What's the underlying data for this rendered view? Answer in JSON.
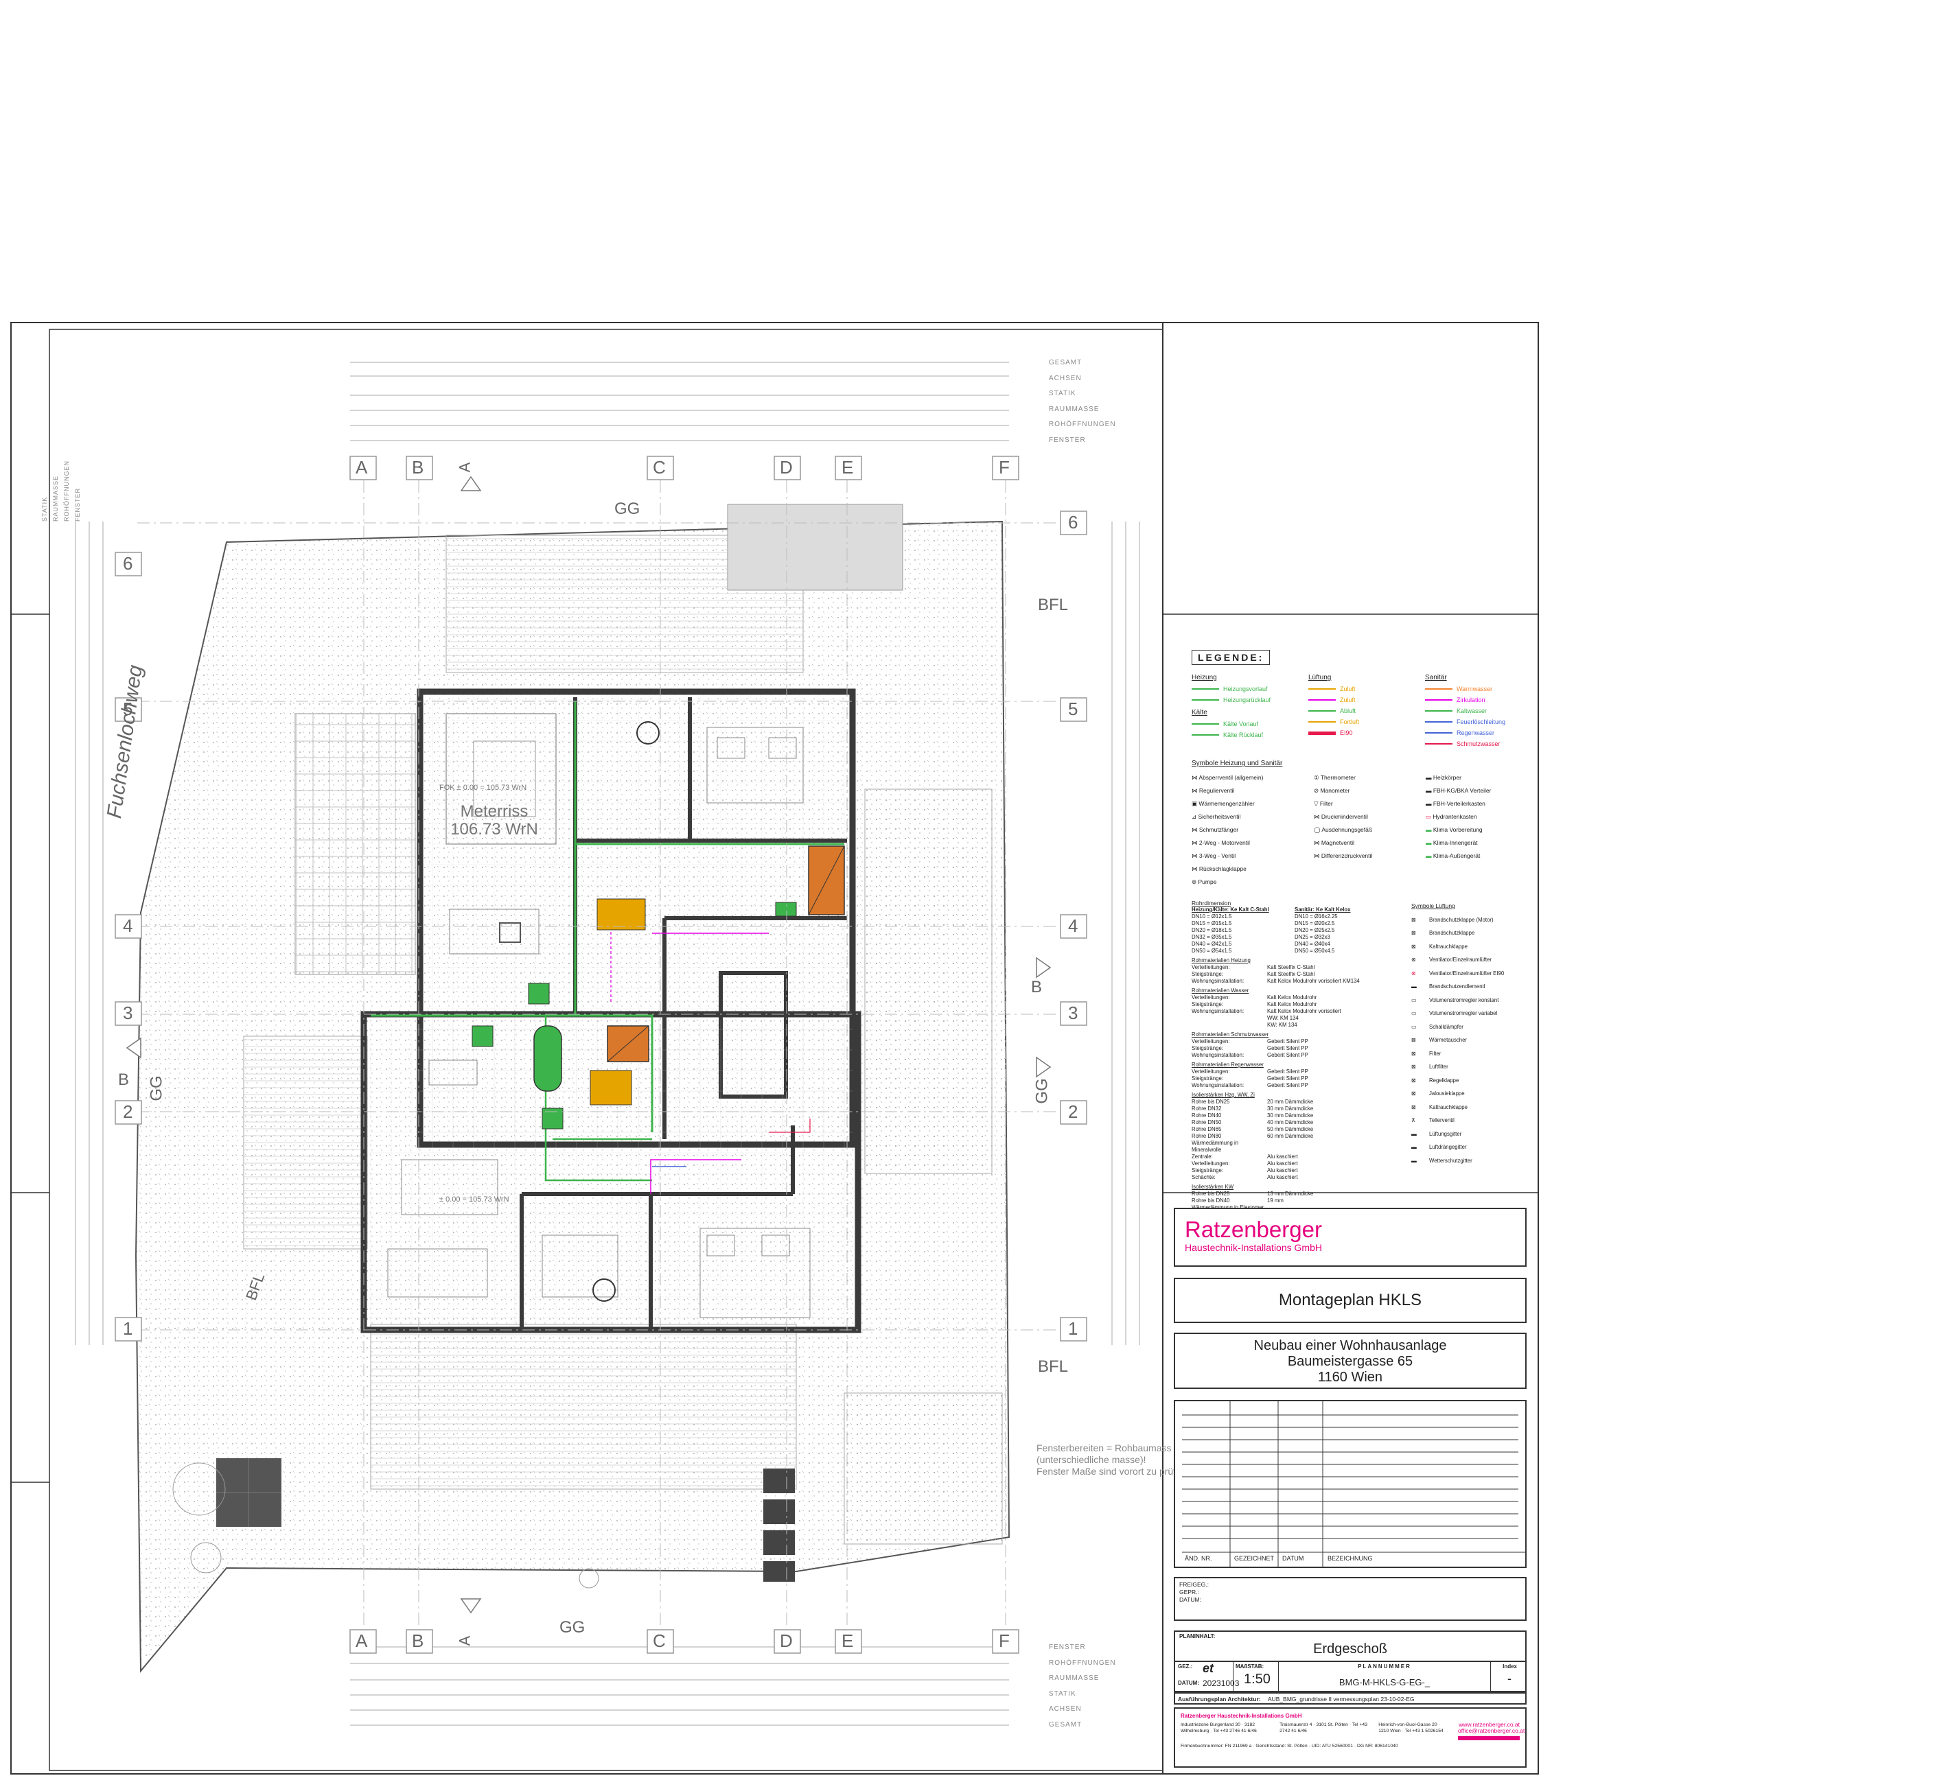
{
  "plan": {
    "grid_columns": [
      "A",
      "B",
      "C",
      "D",
      "E",
      "F"
    ],
    "grid_rows": [
      "6",
      "5",
      "4",
      "3",
      "2",
      "1"
    ],
    "dimension_rows_top": [
      "GESAMT",
      "ACHSEN",
      "STATIK",
      "RAUMMASSE",
      "ROHÖFFNUNGEN",
      "FENSTER"
    ],
    "dimension_rows_bottom": [
      "FENSTER",
      "ROHÖFFNUNGEN",
      "RAUMMASSE",
      "STATIK",
      "ACHSEN",
      "GESAMT"
    ],
    "dimension_rows_left": [
      "STATIK",
      "RAUMMASSE",
      "ROHÖFFNUNGEN",
      "FENSTER"
    ],
    "street_name": "Fuchsenlochweg",
    "markers": {
      "gg_top": "GG",
      "gg_left": "GG",
      "gg_right": "GG",
      "gg_bottom": "GG",
      "bfl_top": "BFL",
      "bfl_right": "BFL",
      "bfl_left": "BFL",
      "section_a": "A",
      "section_b": "B"
    },
    "meterriss_line1": "Meterriss",
    "meterriss_line2": "106.73 WrN",
    "fok_label": "FOK ± 0.00 = 105.73 WrN",
    "fok_label2": "± 0.00 = 105.73 WrN",
    "window_note_1": "Fensterbereiten = Rohbaumass",
    "window_note_2": "(unterschiedliche masse)!",
    "window_note_3": "Fenster Maße sind vorort zu prüf"
  },
  "legend": {
    "title": "LEGENDE:",
    "groups": [
      {
        "header": "Heizung",
        "items": [
          {
            "label": "Heizungsvorlauf",
            "color": "#3cb44b"
          },
          {
            "label": "Heizungsrücklauf",
            "color": "#3cb44b"
          }
        ]
      },
      {
        "header": "Kälte",
        "items": [
          {
            "label": "Kälte Vorlauf",
            "color": "#3cb44b"
          },
          {
            "label": "Kälte Rücklauf",
            "color": "#3cb44b"
          }
        ]
      },
      {
        "header": "Lüftung",
        "items": [
          {
            "label": "Zuluft",
            "color": "#e6a400"
          },
          {
            "label": "Zuluft",
            "color": "#e6a400"
          },
          {
            "label": "Abluft",
            "color": "#3cb44b"
          },
          {
            "label": "Fortluft",
            "color": "#e6a400"
          },
          {
            "label": "EI90",
            "color": "#e6194b"
          }
        ]
      },
      {
        "header": "Sanitär",
        "items": [
          {
            "label": "Warmwasser",
            "color": "#f58231"
          },
          {
            "label": "Zirkulation",
            "color": "#e600e6"
          },
          {
            "label": "Kaltwasser",
            "color": "#3cb44b"
          },
          {
            "label": "Feuerlöschleitung",
            "color": "#4363d8"
          },
          {
            "label": "Regenwasser",
            "color": "#4363d8"
          },
          {
            "label": "Schmutzwasser",
            "color": "#e6194b"
          }
        ]
      }
    ],
    "symbols_header": "Symbole Heizung und Sanitär",
    "symbols_col1": [
      "Absperrventil (allgemein)",
      "Regulierventil",
      "Wärmemengenzähler",
      "Sicherheitsventil",
      "Schmutzfänger",
      "2-Weg - Motorventil",
      "3-Weg - Ventil",
      "Rückschlagklappe",
      "Pumpe"
    ],
    "symbols_col2": [
      "Thermometer",
      "Manometer",
      "Filter",
      "Druckminderventil",
      "Ausdehnungsgefäß",
      "Magnetventil",
      "Differenzdruckventil"
    ],
    "symbols_col3": [
      "Heizkörper",
      "FBH-KG/BKA Verteiler",
      "FBH-Verteilerkasten",
      "Hydrantenkasten",
      "Klima Vorbereitung",
      "Klima-Innengerät",
      "Klima-Außengerät"
    ],
    "rohr_header": "Rohrdimension",
    "rohr_left_header": "Heizung/Kälte: Ke Kalt C-Stahl",
    "rohr_right_header": "Sanitär: Ke Kalt Kelox",
    "rohr_left": [
      "DN10 = Ø12x1.5",
      "DN15 = Ø15x1.5",
      "DN20 = Ø18x1.5",
      "DN32 = Ø35x1.5",
      "DN40 = Ø42x1.5",
      "DN50 = Ø54x1.5"
    ],
    "rohr_right": [
      "DN10 = Ø16x2.25",
      "DN15 = Ø20x2.5",
      "DN20 = Ø25x2.5",
      "DN25 = Ø32x3",
      "DN40 = Ø40x4",
      "DN50 = Ø50x4.5"
    ],
    "material_sections": [
      {
        "header": "Rohrmaterialien Heizung",
        "rows": [
          [
            "Verteilleitungen:",
            "Kalt Steelfix C-Stahl"
          ],
          [
            "Steigstränge:",
            "Kalt Steelfix C-Stahl"
          ],
          [
            "Wohnungsinstallation:",
            "Kalt Kelox Modulrohr vorisoliert KM134"
          ]
        ]
      },
      {
        "header": "Rohrmaterialien Wasser",
        "rows": [
          [
            "Verteilleitungen:",
            "Kalt Kelox Modulrohr"
          ],
          [
            "Steigstränge:",
            "Kalt Kelox Modulrohr"
          ],
          [
            "Wohnungsinstallation:",
            "Kalt Kelox Modulrohr vorisoliert"
          ],
          [
            "",
            "WW: KM 134"
          ],
          [
            "",
            "KW: KM 134"
          ]
        ]
      },
      {
        "header": "Rohrmaterialien Schmutzwasser",
        "rows": [
          [
            "Verteilleitungen:",
            "Geberit Silent PP"
          ],
          [
            "Steigstränge:",
            "Geberit Silent PP"
          ],
          [
            "Wohnungsinstallation:",
            "Geberit Silent PP"
          ]
        ]
      },
      {
        "header": "Rohrmaterialien Regenwasser",
        "rows": [
          [
            "Verteilleitungen:",
            "Geberit Silent PP"
          ],
          [
            "Steigstränge:",
            "Geberit Silent PP"
          ],
          [
            "Wohnungsinstallation:",
            "Geberit Silent PP"
          ]
        ]
      },
      {
        "header": "Isolierstärken Hzg, WW, Zi",
        "rows": [
          [
            "Rohre bis DN25",
            "20 mm Dämmdicke"
          ],
          [
            "Rohre DN32",
            "30 mm Dämmdicke"
          ],
          [
            "Rohre DN40",
            "30 mm Dämmdicke"
          ],
          [
            "Rohre DN50",
            "40 mm Dämmdicke"
          ],
          [
            "Rohre DN65",
            "50 mm Dämmdicke"
          ],
          [
            "Rohre DN80",
            "60 mm Dämmdicke"
          ],
          [
            "Wärmedämmung in Mineralwolle",
            ""
          ],
          [
            "Zentrale:",
            "Alu kaschiert"
          ],
          [
            "Verteilleitungen:",
            "Alu kaschiert"
          ],
          [
            "Steigstränge:",
            "Alu kaschiert"
          ],
          [
            "Schächte:",
            "Alu kaschiert"
          ]
        ]
      },
      {
        "header": "Isolierstärken KW",
        "rows": [
          [
            "Rohre bis DN25",
            "13 mm Dämmdicke"
          ],
          [
            "Rohre bis DN40",
            "19 mm"
          ],
          [
            "Wärmedämmung in Elastomer",
            ""
          ]
        ]
      }
    ],
    "lueftung_header": "Symbole Lüftung",
    "lueftung": [
      "Brandschutzklappe (Motor)",
      "Brandschutzklappe",
      "Kaltrauchklappe",
      "Ventilator/Einzelraumlüfter",
      "Ventilator/Einzelraumlüfter EI90",
      "Brandschutzendlementl",
      "Volumenstromregler konstant",
      "Volumenstromregler variabel",
      "Schalldämpfer",
      "Wärmetauscher",
      "Filter",
      "Luftfilter",
      "Regelklappe",
      "Jalousieklappe",
      "Kaltrauchklappe",
      "Tellerventil",
      "Lüftungsgitter",
      "Luftdrängegitter",
      "Wetterschutzgitter"
    ]
  },
  "titleblock": {
    "company": "Ratzenberger",
    "company_sub": "Haustechnik-Installations GmbH",
    "plan_type": "Montageplan HKLS",
    "project_1": "Neubau einer Wohnhausanlage",
    "project_2": "Baumeistergasse 65",
    "project_3": "1160 Wien",
    "rev_headers": [
      "ÄND. NR.",
      "GEZEICHNET",
      "DATUM",
      "BEZEICHNUNG"
    ],
    "freigabe_1": "FREIGEG.:",
    "freigabe_2": "GEPR.:",
    "freigabe_3": "DATUM:",
    "planinhalt_label": "PLANINHALT:",
    "planinhalt": "Erdgeschoß",
    "gez_label": "GEZ.:",
    "gez_value": "et",
    "datum_label": "DATUM:",
    "datum_value": "20231003",
    "massstab_label": "MAßSTAB:",
    "massstab_value": "1:50",
    "plannummer_label": "PLANNUMMER",
    "plannummer_value": "BMG-M-HKLS-G-EG-_",
    "index_label": "Index",
    "index_value": "-",
    "ausf_label": "Ausführungsplan Architektur:",
    "ausf_value": "AUB_BMG_grundrisse II vermessungsplan 23-10-02-EG",
    "footer_company": "Ratzenberger Haustechnik-Installations GmbH",
    "footer_addr1": "Industriezone Burgenland 30 · 3182 Wilhelmsburg · Tel +43 2746 41 6/46",
    "footer_addr2": "Traismauerstr 4 · 3101 St. Pölten · Tel +43 2742 41 6/46",
    "footer_addr3": "Heinrich-von-Buol-Gasse 20 · 1210 Wien · Tel +43 1 5026154",
    "footer_web": "www.ratzenberger.co.at",
    "footer_mail": "office@ratzenberger.co.at",
    "footer_legal": "Firmenbuchnummer: FN 211969 a · Gerichtsstand: St. Pölten · UID: ATU 52560001 · DG NR: 806141040"
  },
  "colors": {
    "brand": "#e6007e",
    "heating": "#3cb44b",
    "wall": "#3a3a3a",
    "hatch": "#bdbdbd",
    "zirk": "#e600e6",
    "ww": "#f58231",
    "shaft": "#d9782b"
  }
}
